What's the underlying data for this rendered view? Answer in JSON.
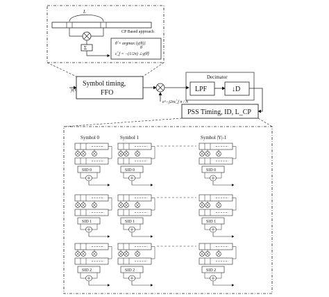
{
  "top_panel": {
    "length_label": "L",
    "approach_title": "CP Based approach",
    "eq_theta": "θ̂ = argmax {γ(θ)}",
    "eq_theta_sub": "θ",
    "eq_freq": "ε̂_f = −(1/2π) ∠γ(θ̂)"
  },
  "chain": {
    "input_label": "y(n)",
    "symbol_timing_line1": "Symbol timing,",
    "symbol_timing_line2": "FFO",
    "decimator_label": "Decimator",
    "lpf_label": "LPF",
    "down_label": "↓D",
    "feedback_label": "e^−j2πε̂_f n / N",
    "pss_label": "PSS Timing, ID, L_CP"
  },
  "bottom_panel": {
    "symbol_headers": [
      "Symbol 0",
      "Symbol 1",
      "Symbol |Y|-1"
    ],
    "rows": [
      {
        "sid": [
          "SID 0",
          "SID 0",
          "SID 0"
        ]
      },
      {
        "sid": [
          "SID 1",
          "SID 1",
          "SID 1"
        ]
      },
      {
        "sid": [
          "SID 2",
          "SID 2",
          "SID 2"
        ]
      }
    ]
  }
}
